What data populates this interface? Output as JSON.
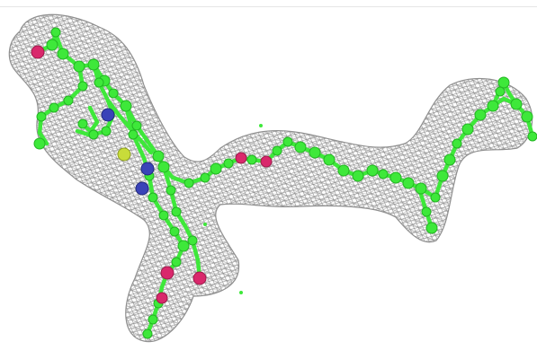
{
  "scene": {
    "subject": "ball-and-stick-molecule-in-electron-density-mesh",
    "colors": {
      "background": "#ffffff",
      "mesh": "#8a8a8a",
      "carbon": "#3ee83a",
      "oxygen": "#d9286c",
      "nitrogen": "#3a43b8",
      "sulfur": "#c8dc3a"
    },
    "atom_counts": {
      "oxygen": 6,
      "nitrogen": 3,
      "sulfur": 1
    }
  }
}
